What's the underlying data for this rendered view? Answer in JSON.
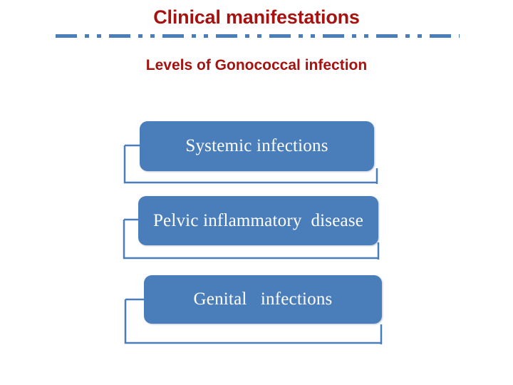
{
  "slide": {
    "title": "Clinical manifestations",
    "subtitle": "Levels of Gonococcal infection",
    "colors": {
      "title_red": "#a5120f",
      "accent_blue": "#4a7ebb",
      "connector_blue": "#4a7ebb",
      "background": "#ffffff",
      "node_text": "#ffffff"
    },
    "divider": {
      "style": "dash-dot-dot",
      "color": "#4a7ebb"
    }
  },
  "diagram": {
    "type": "stacked-bracket-list",
    "nodes": [
      {
        "label": "Systemic infections"
      },
      {
        "label": "Pelvic inflammatory  disease"
      },
      {
        "label": "Genital   infections"
      }
    ]
  }
}
